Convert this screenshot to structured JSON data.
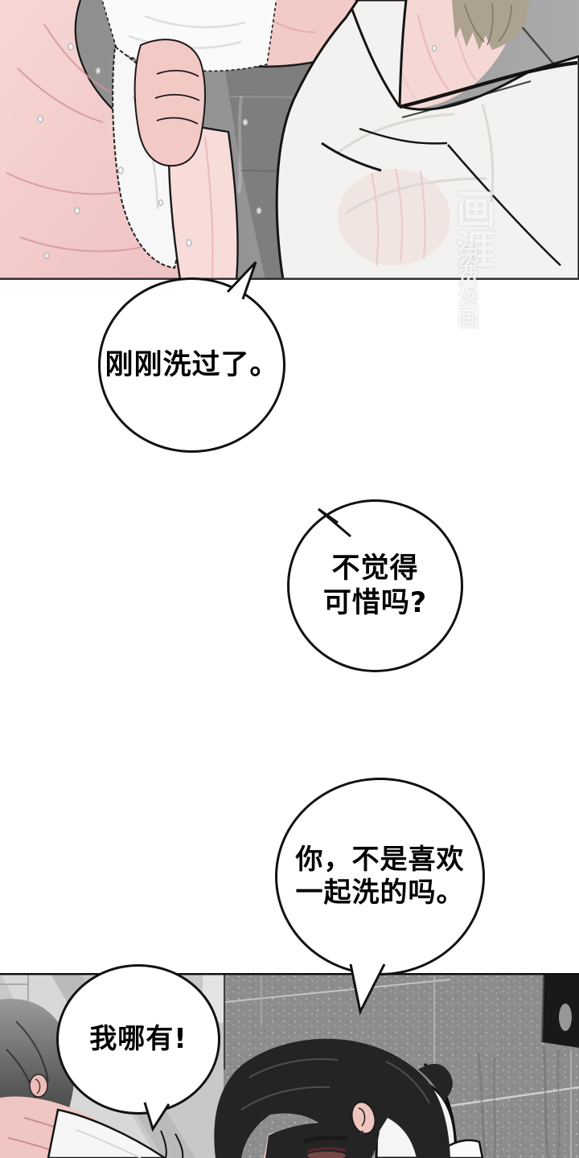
{
  "watermark": {
    "logo": "画涯",
    "subtitle": "免费漫画"
  },
  "bubbles": [
    {
      "id": "bubble-1",
      "lines": [
        "刚刚洗过了。"
      ]
    },
    {
      "id": "bubble-2",
      "lines": [
        "不觉得",
        "可惜吗?"
      ]
    },
    {
      "id": "bubble-3",
      "lines": [
        "你，不是喜欢",
        "一起洗的吗。"
      ]
    },
    {
      "id": "bubble-4",
      "lines": [
        "我哪有!"
      ]
    }
  ],
  "colors": {
    "bubble_border": "#111111",
    "outline_black": "#171717",
    "panel_top_bg_gray": "#8c8c8c",
    "panel_top_bg_light": "#ababab",
    "skin_pink": "#f5d5d2",
    "skin_shadow_pink": "#d2939c",
    "towel_white": "#fafafa",
    "shirt_white": "#f3f2f0",
    "hair_tan": "#aca28f",
    "hair_black": "#242424",
    "tile_light": "#c8c8c8",
    "tile_dark": "#8d8d8d",
    "watermark_white": "#ffffff"
  }
}
